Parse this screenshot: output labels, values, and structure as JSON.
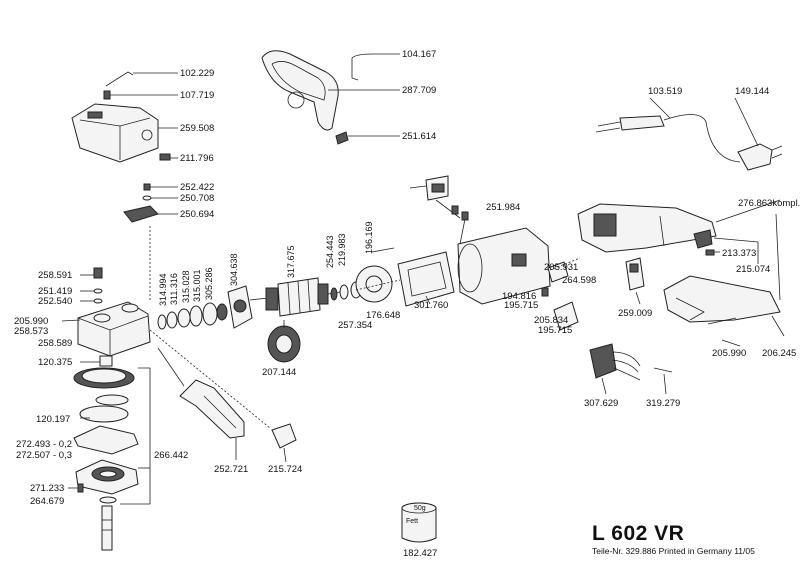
{
  "title": {
    "model": "L 602 VR",
    "part_number_line": "Teile-Nr. 329.886 Printed in Germany 11/05"
  },
  "grease_container": {
    "weight": "50g",
    "label": "Fett"
  },
  "part_labels": {
    "p102229": "102.229",
    "p107719": "107.719",
    "p259508": "259.508",
    "p211796": "211.796",
    "p104167": "104.167",
    "p287709": "287.709",
    "p251614": "251.614",
    "p103519": "103.519",
    "p149144": "149.144",
    "p252422": "252.422",
    "p250708": "250.708",
    "p250694": "250.694",
    "p276863": "276.863kompl.",
    "p258591": "258.591",
    "p251419": "251.419",
    "p252540": "252.540",
    "p205990a": "205.990",
    "p258573": "258.573",
    "p258589": "258.589",
    "p120375": "120.375",
    "p314994": "314.994",
    "p311316": "311.316",
    "p315028": "315.028",
    "p315001": "315.001",
    "p305286": "305.286",
    "p304638": "304.638",
    "p317675": "317.675",
    "p254443": "254.443",
    "p219983": "219.983",
    "p196169": "196.169",
    "p251984": "251.984",
    "p213373": "213.373",
    "p215074": "215.074",
    "p205931": "205.931",
    "p264598": "264.598",
    "p194816": "194.816",
    "p195715a": "195.715",
    "p301760": "301.760",
    "p176648": "176.648",
    "p257354": "257.354",
    "p205834": "205.834",
    "p195715b": "195.715",
    "p259009": "259.009",
    "p205990b": "205.990",
    "p206245": "206.245",
    "p207144": "207.144",
    "p307629": "307.629",
    "p319279": "319.279",
    "p120197": "120.197",
    "p272493": "272.493 - 0,2",
    "p272507": "272.507 - 0,3",
    "p266442": "266.442",
    "p271233": "271.233",
    "p264679": "264.679",
    "p252721": "252.721",
    "p215724": "215.724",
    "p182427": "182.427"
  }
}
